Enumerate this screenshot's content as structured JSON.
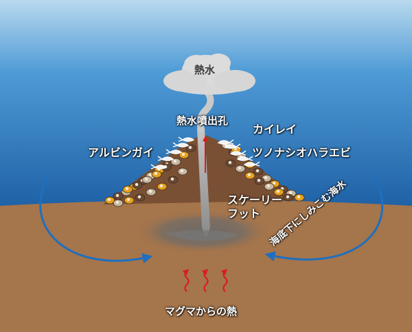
{
  "labels": {
    "hot_water": "熱水",
    "vent": "熱水噴出孔",
    "albinogai": "アルビンガイ",
    "kaiirei": "カイレイ",
    "shrimp": "ツノナシオハラエビ",
    "scaly_foot_line1": "スケーリー",
    "scaly_foot_line2": "フット",
    "seawater": "海底下にしみこむ海水",
    "magma_heat": "マグマからの熱"
  },
  "colors": {
    "sky_top": "#b9d9ee",
    "sea_top": "#4f9bd6",
    "sea_bottom": "#1f62a6",
    "seabed": "#a5754b",
    "mound": "#7a5034",
    "chimney": "#8a8a8a",
    "plume": "#d9d9d9",
    "circulation_arrow": "#1e6fc0",
    "heat_arrow": "#d81e1e",
    "species_label": "#0f5a33"
  },
  "icons": {
    "heat_arrows": "wavy-up-arrow",
    "circulation": "curved-arrow",
    "vent_flow": "up-arrow"
  }
}
